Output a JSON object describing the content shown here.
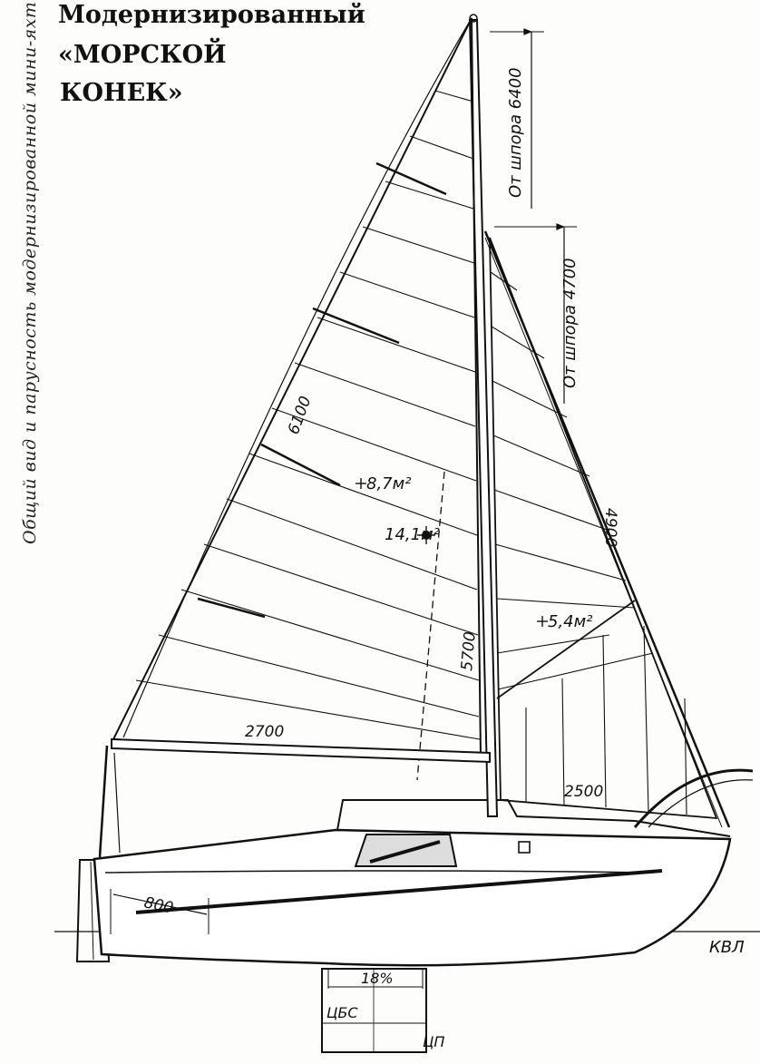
{
  "title": {
    "line1": "Модернизированный",
    "line2": "«МОРСКОЙ",
    "line3": "КОНЕК»"
  },
  "side_caption": "Общий вид и парусность модернизированной мини-яхты.",
  "dimensions": {
    "spur_top": "От шпора 6400",
    "spur_mid": "От шпора 4700",
    "luff_main": "6100",
    "forestay": "4900",
    "mast": "5700",
    "boom": "2700",
    "foot_jib": "2500",
    "hull_mark": "800",
    "percent": "18%"
  },
  "areas": {
    "main": "8,7м²",
    "total": "14,1м²",
    "jib": "5,4м²"
  },
  "markers": {
    "kvl": "КВЛ",
    "cbs": "ЦБС",
    "cp": "ЦП"
  },
  "colors": {
    "ink": "#111111",
    "paper": "#fdfdfb"
  }
}
